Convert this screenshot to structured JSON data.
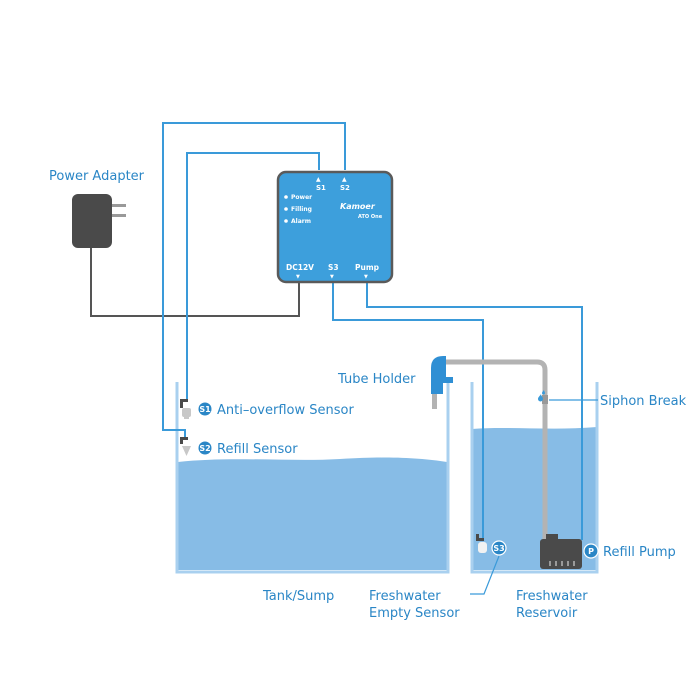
{
  "colors": {
    "wire": "#3a9ad9",
    "power_cable": "#555555",
    "controller": "#3d9fdc",
    "controller_border": "#5a5a5a",
    "water": "#87bce6",
    "tank_wall": "#a9d0ef",
    "tube": "#b3b3b3",
    "label": "#2a86c6",
    "device": "#4a4a4a"
  },
  "labels": {
    "power_adapter": "Power Adapter",
    "tube_holder": "Tube Holder",
    "siphon_break": "Siphon Break",
    "anti_overflow": "Anti–overflow Sensor",
    "refill_sensor": "Refill Sensor",
    "refill_pump": "Refill Pump",
    "tank_sump": "Tank/Sump",
    "fw_empty_line1": "Freshwater",
    "fw_empty_line2": "Empty Sensor",
    "fw_reservoir_line1": "Freshwater",
    "fw_reservoir_line2": "Reservoir"
  },
  "badges": {
    "s1": "S1",
    "s2": "S2",
    "s3": "S3",
    "pump": "P"
  },
  "controller": {
    "brand": "Kamoer",
    "model": "ATO One",
    "ports_top": [
      "S1",
      "S2"
    ],
    "ports_bottom": [
      "DC12V",
      "S3",
      "Pump"
    ],
    "indicators": [
      "Power",
      "Filling",
      "Alarm"
    ]
  }
}
